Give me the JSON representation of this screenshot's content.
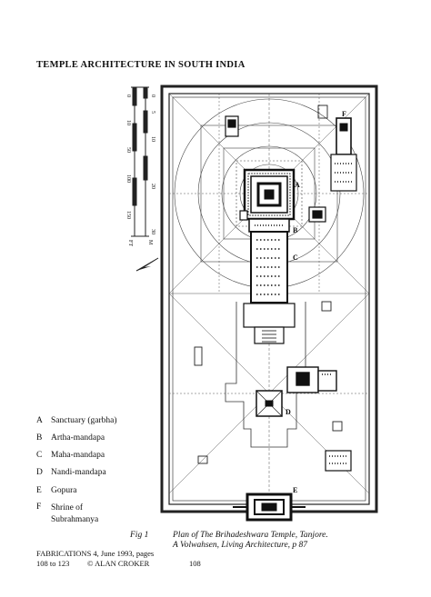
{
  "running_head": "TEMPLE ARCHITECTURE IN SOUTH INDIA",
  "legend": [
    {
      "key": "A",
      "label": "Sanctuary (garbha)"
    },
    {
      "key": "B",
      "label": "Artha-mandapa"
    },
    {
      "key": "C",
      "label": "Maha-mandapa"
    },
    {
      "key": "D",
      "label": "Nandi-mandapa"
    },
    {
      "key": "E",
      "label": "Gopura"
    },
    {
      "key": "F",
      "label": "Shrine of Subrahmanya"
    }
  ],
  "plan_labels": {
    "a": "A",
    "b": "B",
    "c": "C",
    "d": "D",
    "e": "E",
    "f": "F"
  },
  "scale": {
    "ft_ticks": [
      "0",
      "10",
      "50",
      "100",
      "150"
    ],
    "m_ticks": [
      "0",
      "5",
      "10",
      "20",
      "30"
    ],
    "unit_ft": "FT",
    "unit_m": "M"
  },
  "caption": {
    "fig_label": "Fig 1",
    "line1": "Plan of The Brihadeshwara Temple, Tanjore.",
    "line2": "A Volwahsen, Living Architecture, p 87"
  },
  "footer": {
    "line1": "FABRICATIONS 4, June 1993, pages",
    "pages": "108 to 123",
    "copyright": "© ALAN CROKER",
    "page_number": "108"
  }
}
